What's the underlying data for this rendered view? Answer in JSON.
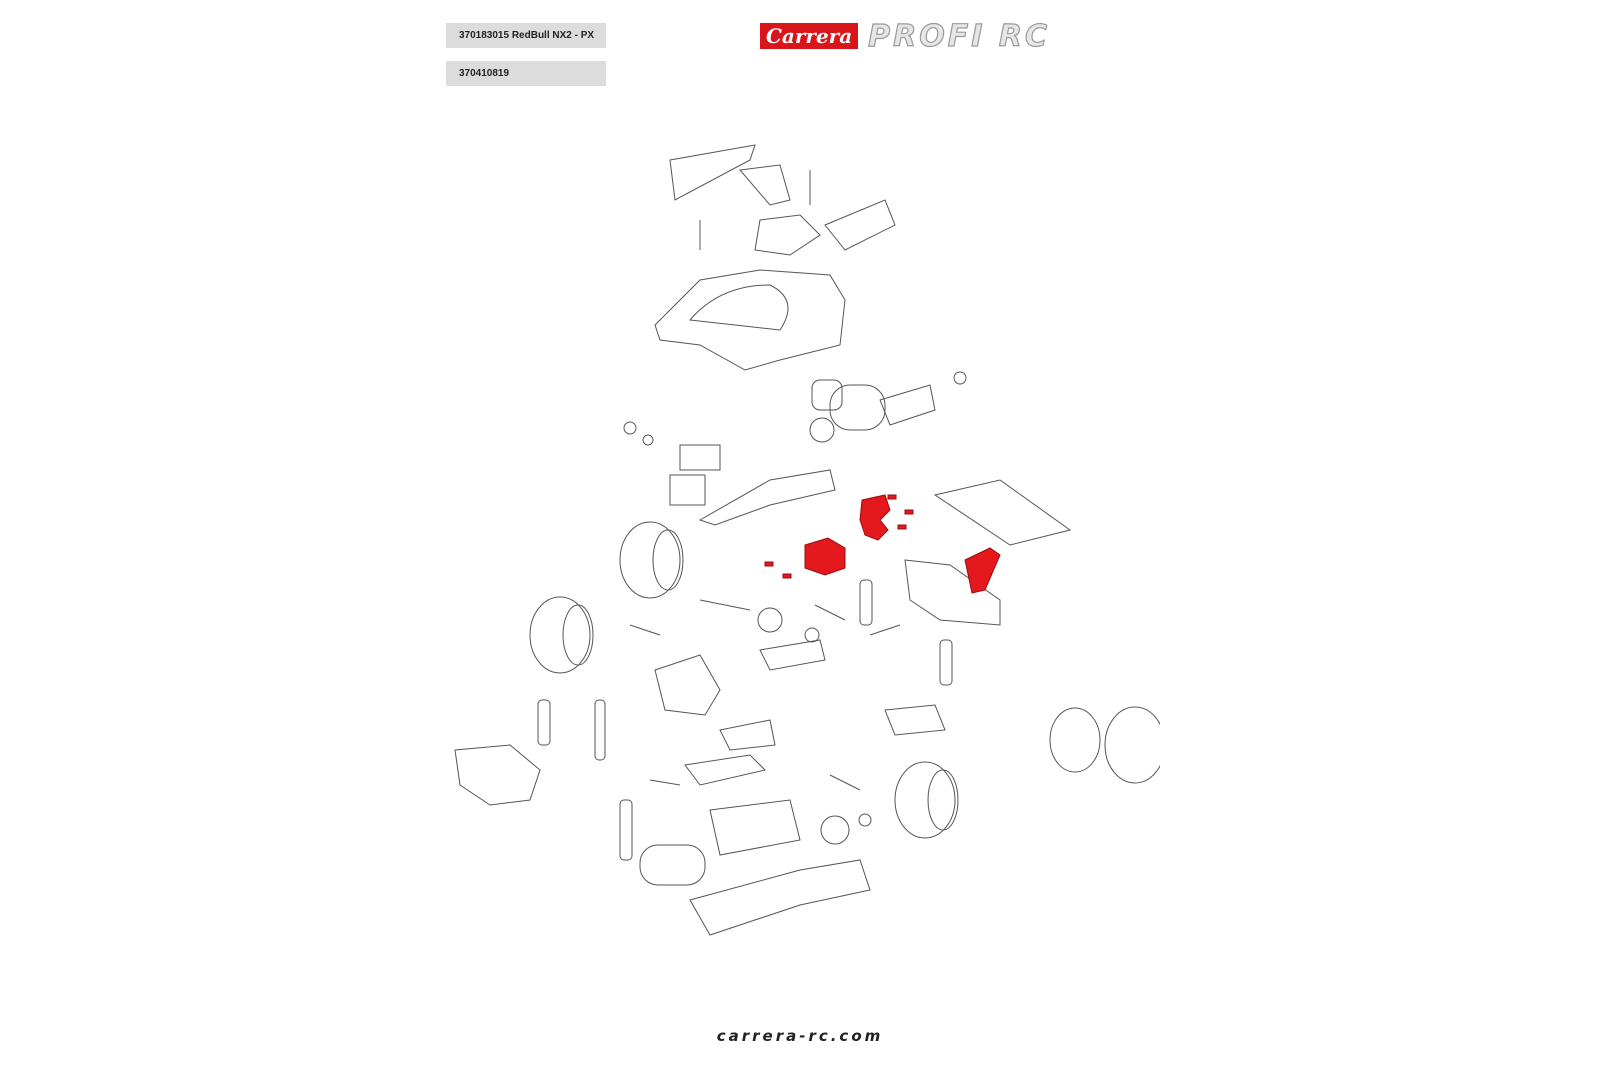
{
  "header": {
    "product_label": "370183015 RedBull NX2 - PX",
    "part_number": "370410819",
    "logo_brand": "Carrera",
    "logo_line": "PROFI RC"
  },
  "diagram": {
    "highlight_color": "#e3191e",
    "line_color": "#555555"
  },
  "footer": {
    "url": "carrera-rc.com"
  }
}
